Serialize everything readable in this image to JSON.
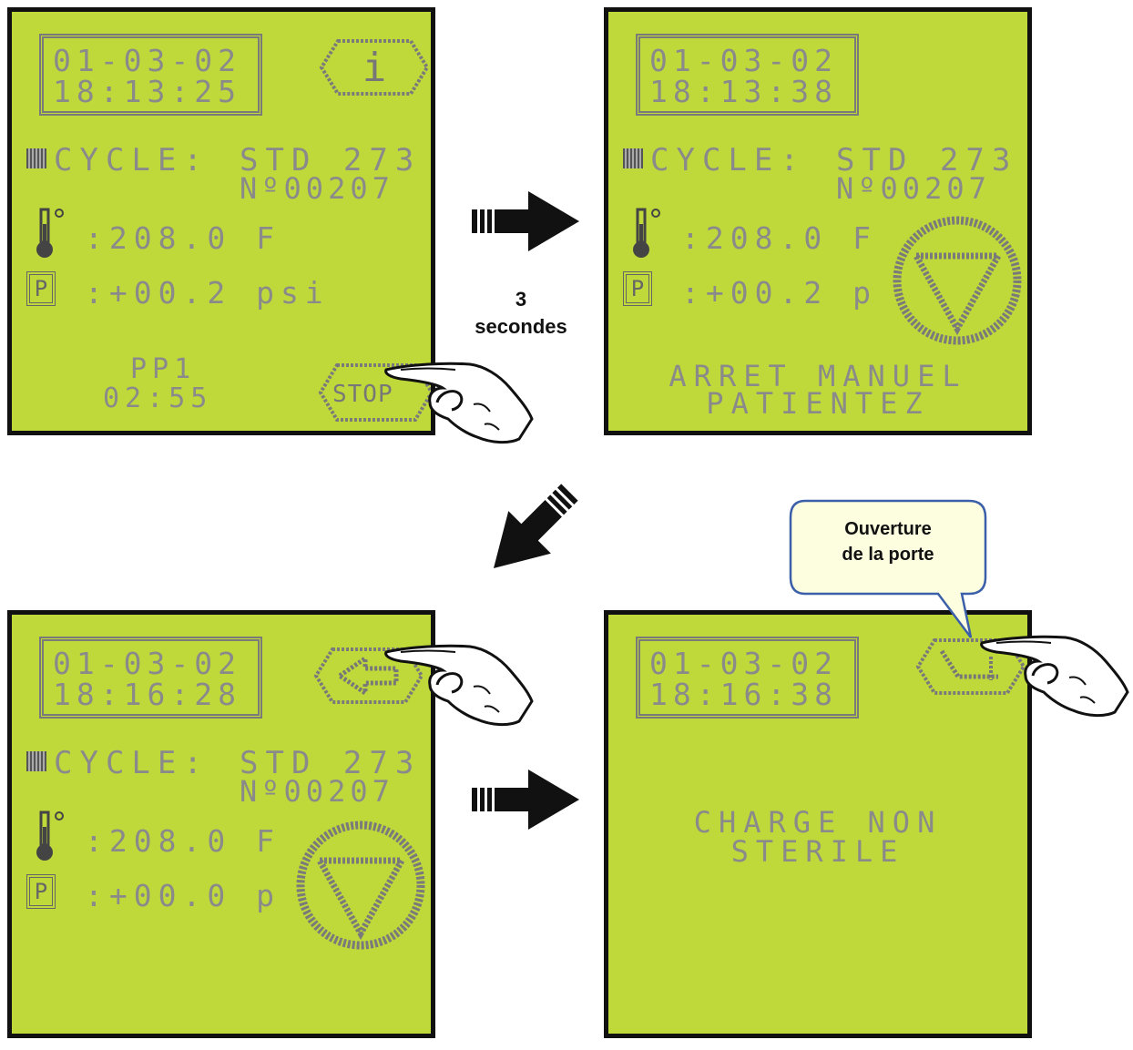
{
  "screen1": {
    "date": "01-03-02",
    "time": "18:13:25",
    "cycle_label": "CYCLE:",
    "cycle_program": "STD 273",
    "cycle_number": "Nº00207",
    "temperature": ":208.0 F",
    "pressure": ":+00.2 psi",
    "phase": "PP1",
    "phase_time": "02:55",
    "info_button": "i",
    "stop_button": "STOP"
  },
  "screen2": {
    "date": "01-03-02",
    "time": "18:13:38",
    "cycle_label": "CYCLE:",
    "cycle_program": "STD 273",
    "cycle_number": "Nº00207",
    "temperature": ":208.0 F",
    "pressure": ":+00.2 p",
    "message_line1": "ARRET MANUEL",
    "message_line2": "PATIENTEZ"
  },
  "screen3": {
    "date": "01-03-02",
    "time": "18:16:28",
    "cycle_label": "CYCLE:",
    "cycle_program": "STD 273",
    "cycle_number": "Nº00207",
    "temperature": ":208.0 F",
    "pressure": ":+00.0 p"
  },
  "screen4": {
    "date": "01-03-02",
    "time": "18:16:38",
    "message_line1": "CHARGE NON",
    "message_line2": "STERILE"
  },
  "annotations": {
    "delay_value": "3",
    "delay_unit": "secondes",
    "door_callout_line1": "Ouverture",
    "door_callout_line2": "de la porte"
  },
  "colors": {
    "lcd_background": "#c0d93a",
    "lcd_text": "#8a8a8a",
    "arrow": "#111111",
    "callout_fill": "#fdfde0",
    "callout_border": "#3b5fa8"
  },
  "icons": [
    "info-icon",
    "stop-icon",
    "thermometer-icon",
    "pressure-icon",
    "stop-triangle-icon",
    "back-arrow-icon",
    "door-open-icon",
    "pointing-hand-icon",
    "right-arrow-icon",
    "down-left-arrow-icon"
  ]
}
